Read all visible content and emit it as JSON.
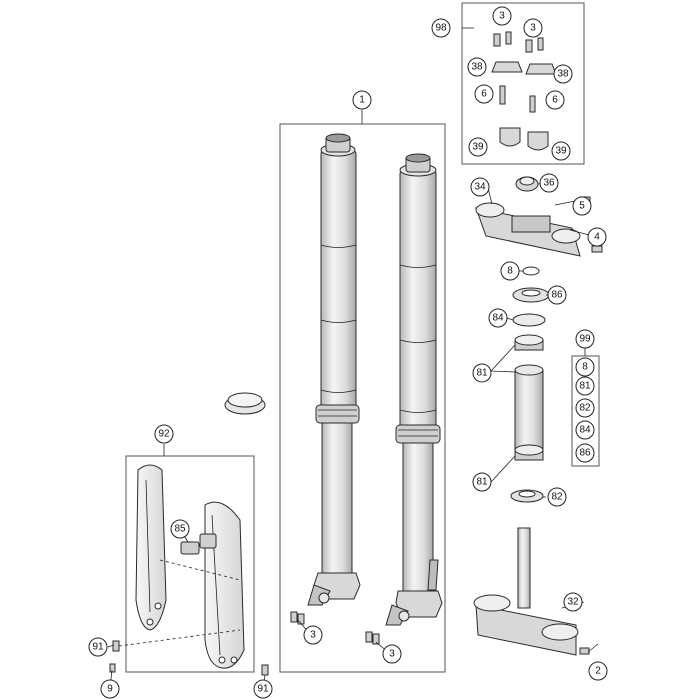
{
  "callouts": {
    "c1": "1",
    "c2": "2",
    "c3a": "3",
    "c3b": "3",
    "c3c": "3",
    "c3d": "3",
    "c4": "4",
    "c5": "5",
    "c6a": "6",
    "c6b": "6",
    "c8a": "8",
    "c8b": "8",
    "c9": "9",
    "c32": "32",
    "c34": "34",
    "c36": "36",
    "c38a": "38",
    "c38b": "38",
    "c39a": "39",
    "c39b": "39",
    "c81a": "81",
    "c81b": "81",
    "c81c": "81",
    "c82a": "82",
    "c82b": "82",
    "c84a": "84",
    "c84b": "84",
    "c85": "85",
    "c86a": "86",
    "c86b": "86",
    "c91a": "91",
    "c91b": "91",
    "c92": "92",
    "c98": "98",
    "c99": "99"
  },
  "colors": {
    "part_fill": "#ececec",
    "part_shade": "#bdbdbd",
    "line": "#2a2a2a"
  }
}
